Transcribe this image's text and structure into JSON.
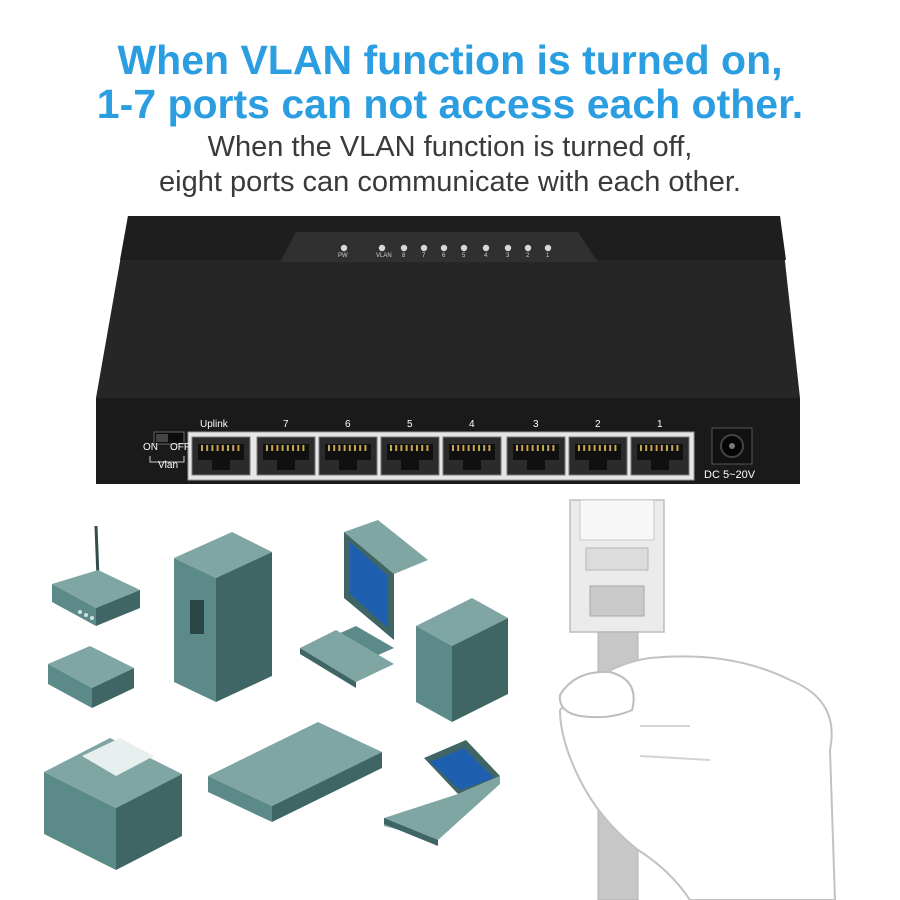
{
  "headline": {
    "line1": "When VLAN function is turned on,",
    "line2": "1-7 ports can not access each other."
  },
  "subline": {
    "line1": "When the VLAN function is turned off,",
    "line2": "eight ports can communicate with each other."
  },
  "switch": {
    "led_labels": [
      "PW",
      "VLAN",
      "8",
      "7",
      "6",
      "5",
      "4",
      "3",
      "2",
      "1"
    ],
    "port_labels": [
      "Uplink",
      "7",
      "6",
      "5",
      "4",
      "3",
      "2",
      "1"
    ],
    "vlan_switch": {
      "on": "ON",
      "off": "OFF",
      "label": "Vlan"
    },
    "power_label": "DC 5~20V"
  },
  "colors": {
    "headline": "#2a9ee0",
    "device_teal": "#5b8a88",
    "device_dark": "#3f6664",
    "screen_blue": "#1f5fb0"
  }
}
